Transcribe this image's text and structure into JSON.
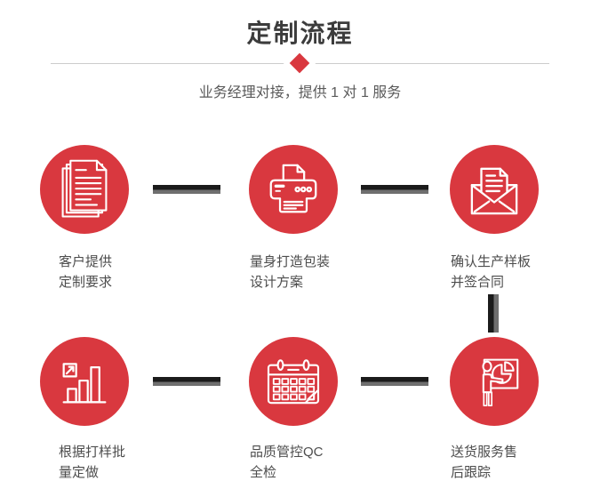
{
  "header": {
    "title": "定制流程",
    "subtitle": "业务经理对接，提供 1 对 1 服务"
  },
  "steps": [
    {
      "icon": "documents-icon",
      "label_line1": "客户提供",
      "label_line2": "定制要求"
    },
    {
      "icon": "printer-icon",
      "label_line1": "量身打造包装",
      "label_line2": "设计方案"
    },
    {
      "icon": "envelope-letter-icon",
      "label_line1": "确认生产样板",
      "label_line2": "并签合同"
    },
    {
      "icon": "bar-chart-growth-icon",
      "label_line1": "根据打样批",
      "label_line2": "量定做"
    },
    {
      "icon": "calendar-icon",
      "label_line1": "品质管控QC",
      "label_line2": "全检"
    },
    {
      "icon": "presentation-pie-icon",
      "label_line1": "送货服务售",
      "label_line2": "后跟踪"
    }
  ],
  "colors": {
    "accent_red": "#d9383f",
    "connector_dark": "#1b1b1b",
    "connector_gray": "#6f6f6f",
    "divider_gray": "#cccccc",
    "title_text": "#3c3c3c",
    "body_text": "#4d4d4d"
  }
}
